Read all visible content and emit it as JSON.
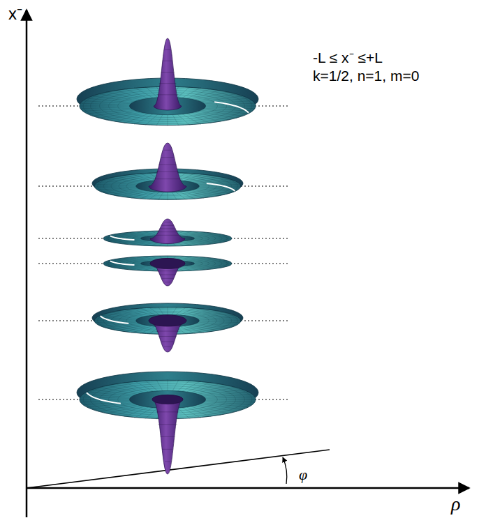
{
  "diagram": {
    "labels": [
      "x⁻",
      "-L ≤ x⁻ ≤+L",
      "k=1/2, n=1, m=0",
      "φ",
      "ρ"
    ]
  }
}
